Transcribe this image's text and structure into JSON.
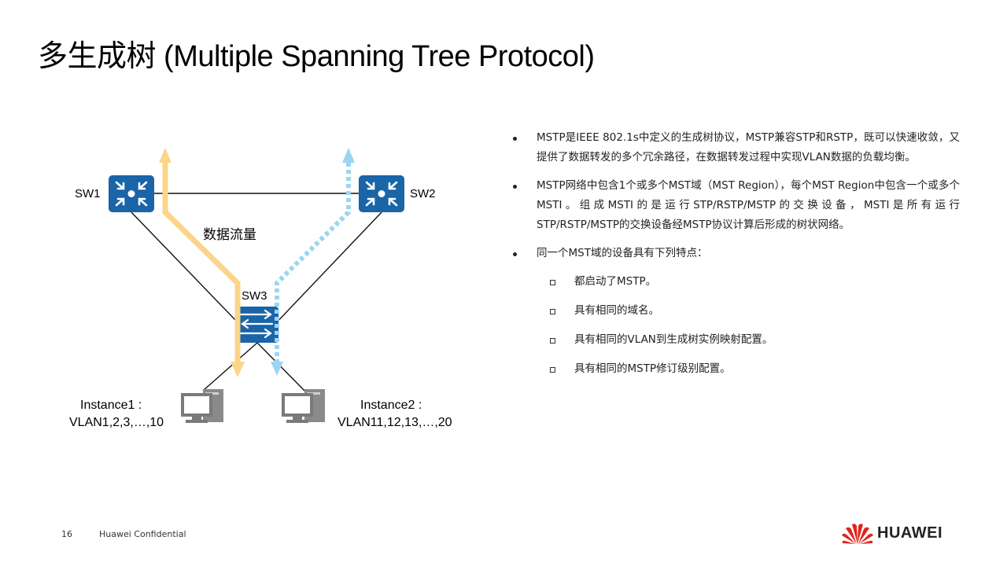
{
  "slide": {
    "title": "多生成树 (Multiple Spanning Tree Protocol)",
    "page_number": "16",
    "confidentiality": "Huawei Confidential",
    "brand": "HUAWEI",
    "colors": {
      "switch_blue": "#1a64a8",
      "flow_orange": "#fcd48a",
      "flow_blue": "#9ad6f2",
      "logo_red": "#e2231a",
      "pc_gray": "#808080"
    }
  },
  "diagram": {
    "switches": [
      {
        "id": "SW1",
        "label": "SW1",
        "type": "core-switch"
      },
      {
        "id": "SW2",
        "label": "SW2",
        "type": "core-switch"
      },
      {
        "id": "SW3",
        "label": "SW3",
        "type": "access-switch"
      }
    ],
    "flow_label": "数据流量",
    "instances": [
      {
        "line1": "Instance1 :",
        "line2": "VLAN1,2,3,…,10"
      },
      {
        "line1": "Instance2 :",
        "line2": "VLAN11,12,13,…,20"
      }
    ]
  },
  "content": {
    "bullets": [
      {
        "text": "MSTP是IEEE 802.1s中定义的生成树协议，MSTP兼容STP和RSTP，既可以快速收敛，又提供了数据转发的多个冗余路径，在数据转发过程中实现VLAN数据的负载均衡。"
      },
      {
        "text": "MSTP网络中包含1个或多个MST域（MST Region），每个MST Region中包含一个或多个MSTI。组成MSTI的是运行STP/RSTP/MSTP的交换设备，MSTI是所有运行STP/RSTP/MSTP的交换设备经MSTP协议计算后形成的树状网络。"
      },
      {
        "text": "同一个MST域的设备具有下列特点："
      }
    ],
    "sub_bullets": [
      {
        "text": "都启动了MSTP。"
      },
      {
        "text": "具有相同的域名。"
      },
      {
        "text": "具有相同的VLAN到生成树实例映射配置。"
      },
      {
        "text": "具有相同的MSTP修订级别配置。"
      }
    ]
  }
}
